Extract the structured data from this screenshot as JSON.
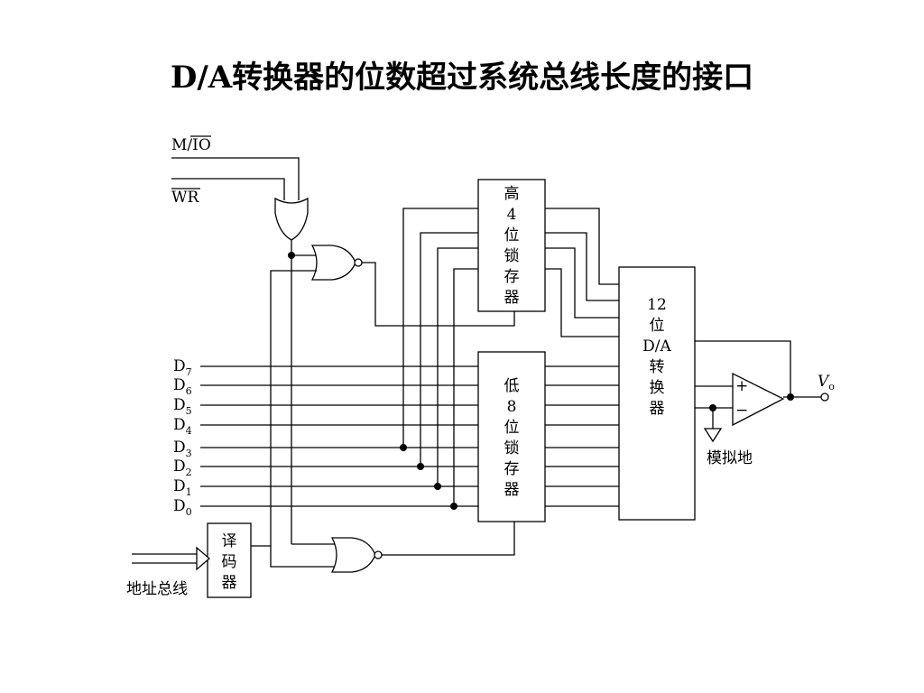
{
  "title": "D/A转换器的位数超过系统总线长度的接口",
  "labels": {
    "mio": "M/IO",
    "wr": "WR",
    "data_lines": [
      "D7",
      "D6",
      "D5",
      "D4",
      "D3",
      "D2",
      "D1",
      "D0"
    ],
    "addr_bus": "地址总线",
    "ground": "模拟地",
    "vout": "Vo",
    "plus": "+",
    "minus": "−"
  },
  "blocks": {
    "high_latch": [
      "高",
      "4",
      "位",
      "锁",
      "存",
      "器"
    ],
    "low_latch": [
      "低",
      "8",
      "位",
      "锁",
      "存",
      "器"
    ],
    "dac": [
      "12",
      "位",
      "D/A",
      "转",
      "换",
      "器"
    ],
    "decoder": [
      "译",
      "码",
      "器"
    ]
  }
}
